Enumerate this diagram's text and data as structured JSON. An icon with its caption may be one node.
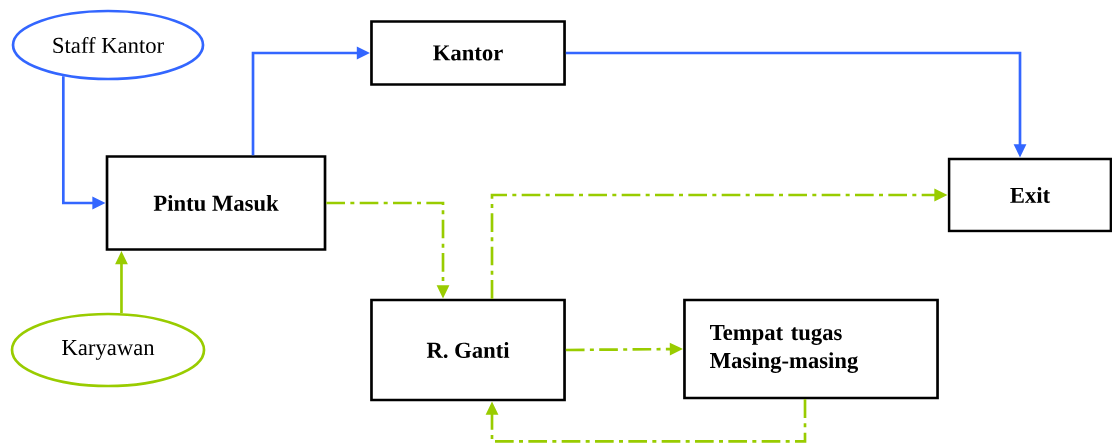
{
  "diagram": {
    "nodes": [
      {
        "text": [
          "Staff Kantor"
        ]
      },
      {
        "text": [
          "Kantor"
        ]
      },
      {
        "text": [
          "Pintu Masuk"
        ]
      },
      {
        "text": [
          "Exit"
        ]
      },
      {
        "text": [
          "Karyawan"
        ]
      },
      {
        "text": [
          "R. Ganti"
        ]
      },
      {
        "text": [
          "Tempat tugas Masing-masing"
        ]
      }
    ],
    "edges": [
      {
        "from": 0,
        "to": 2,
        "arrow": "to",
        "color": "#3366ff"
      },
      {
        "from": 4,
        "to": 2,
        "arrow": "to"
      },
      {
        "from": 2,
        "to": 1,
        "arrow": "to",
        "color": "#3366ff"
      },
      {
        "from": 1,
        "to": 3,
        "arrow": "to",
        "color": "#3366ff"
      },
      {
        "from": 2,
        "to": 5,
        "arrow": "to",
        "style": "dashed"
      },
      {
        "from": 5,
        "to": 3,
        "arrow": "to",
        "style": "dashed"
      },
      {
        "from": 5,
        "to": 6,
        "arrow": "to",
        "style": "dashed"
      },
      {
        "from": 6,
        "to": 5,
        "arrow": "to",
        "style": "dashed"
      }
    ]
  }
}
